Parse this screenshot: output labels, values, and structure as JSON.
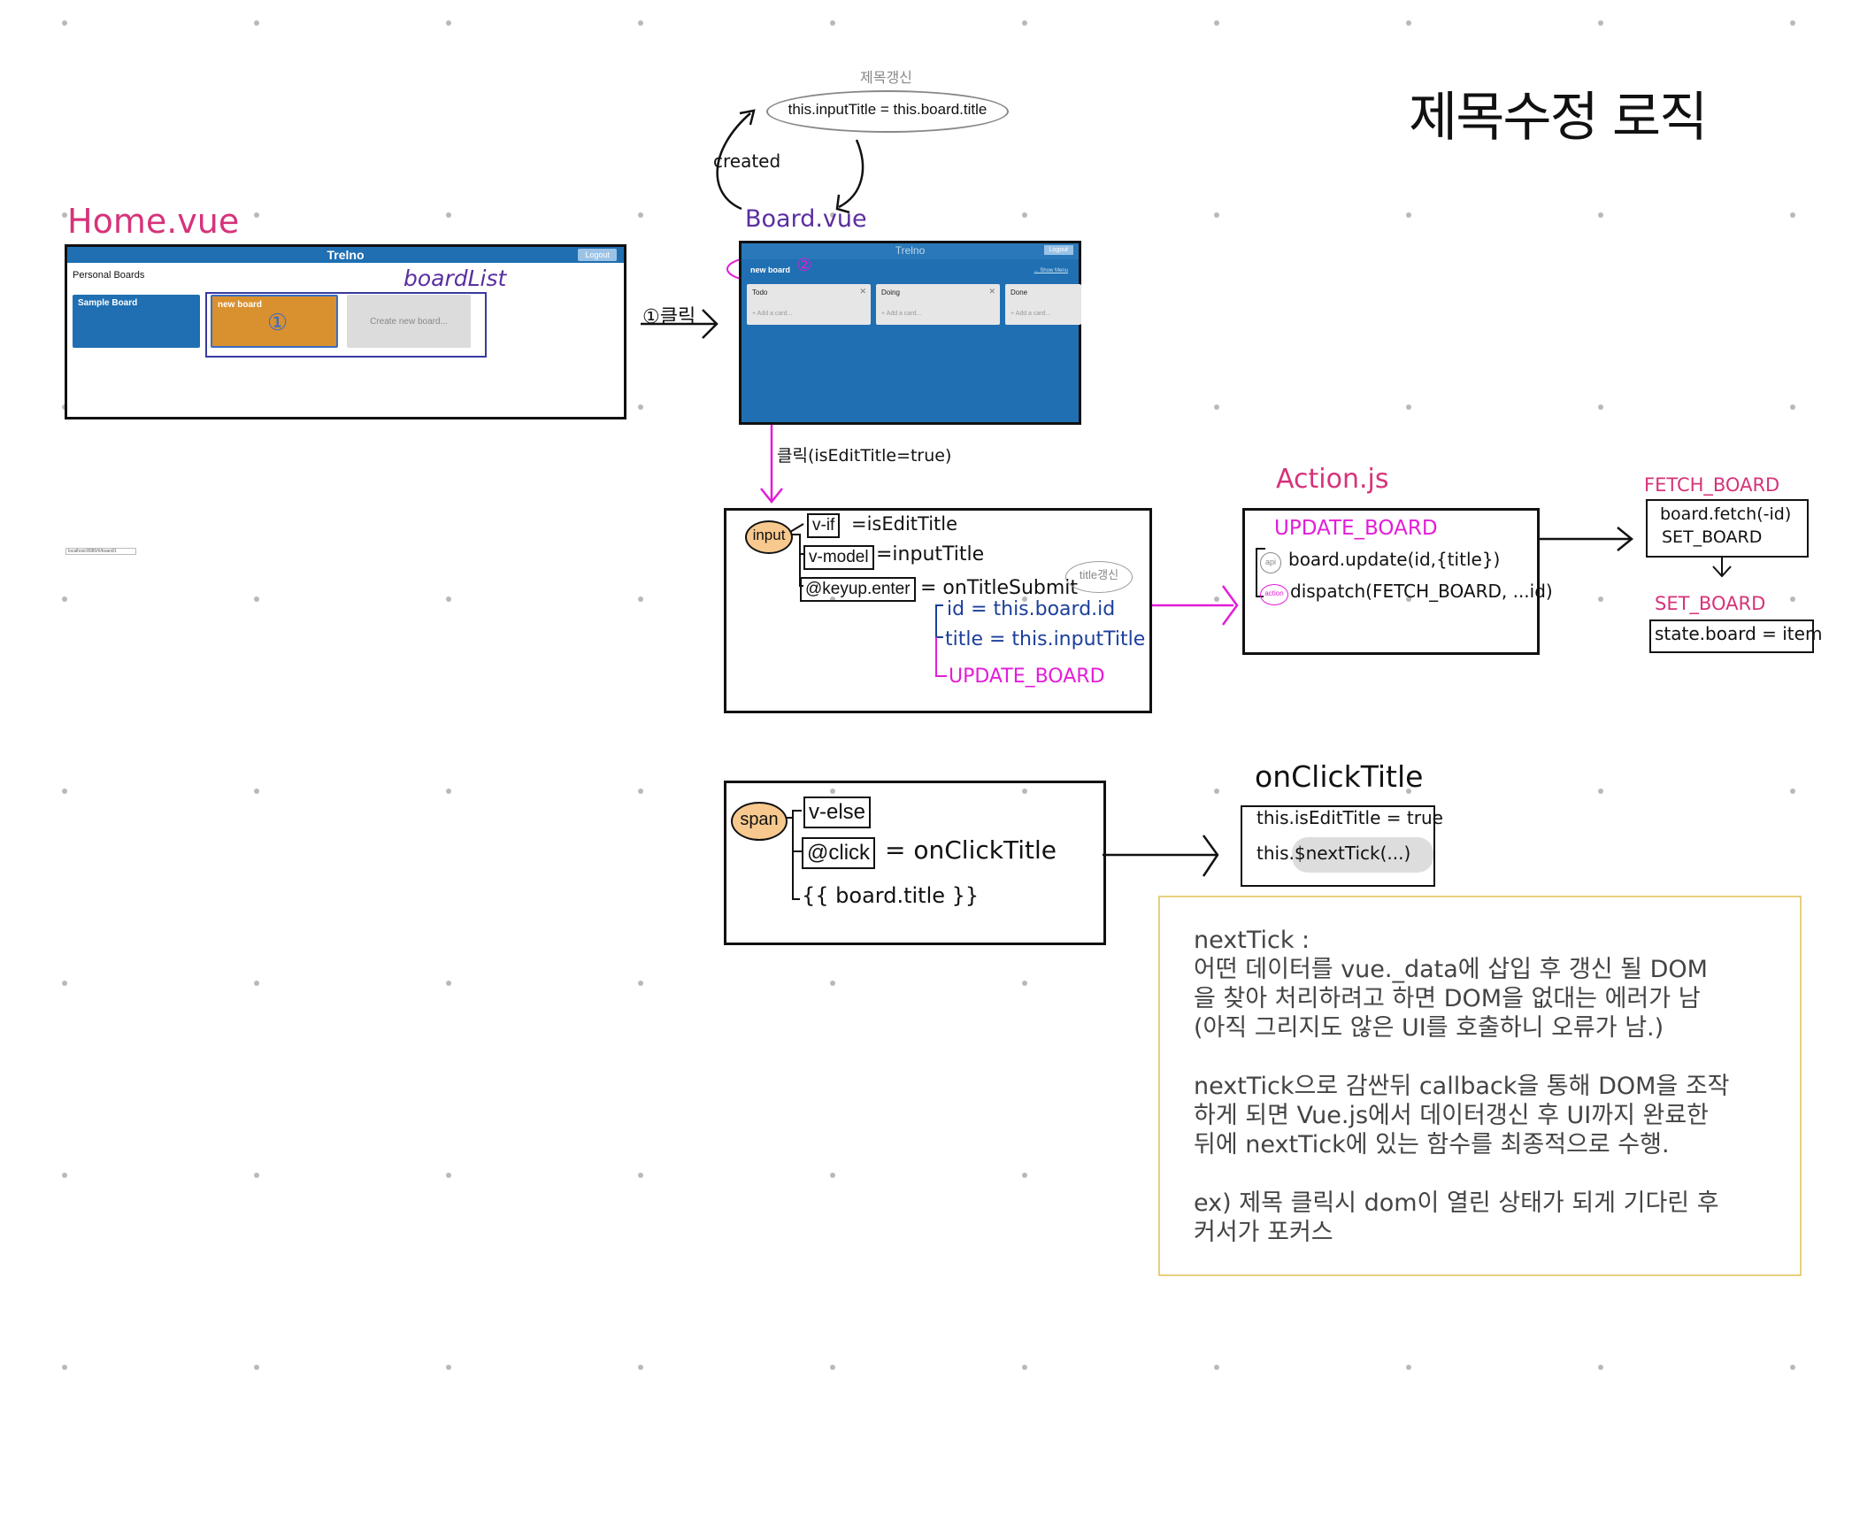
{
  "page": {
    "title": "제목수정 로직"
  },
  "home": {
    "label": "Home.vue",
    "app_title": "Trelno",
    "logout": "Logout",
    "personal_boards": "Personal Boards",
    "board_list_label": "boardList",
    "tiles": [
      "Sample Board",
      "new board",
      "Create new board..."
    ],
    "tile_marker": "①",
    "url": "localhost:8080/#/board/1"
  },
  "step1_label": "①클릭",
  "board": {
    "label": "Board.vue",
    "app_title": "Trelno",
    "logout": "Logout",
    "board_name": "new board",
    "marker": "②",
    "show_menu": "... Show Menu",
    "lists": [
      {
        "title": "Todo",
        "add": "+ Add a card..."
      },
      {
        "title": "Doing",
        "add": "+ Add a card..."
      },
      {
        "title": "Done",
        "add": "+ Add a card..."
      }
    ]
  },
  "created": {
    "label": "created",
    "caption": "제목갱신",
    "assignment": "this.inputTitle = this.board.title"
  },
  "click_label": "클릭(isEditTitle=true)",
  "input_block": {
    "tag": "input",
    "v_if": "v-if",
    "v_if_value": "=isEditTitle",
    "v_model": "v-model",
    "v_model_value": "=inputTitle",
    "keyup": "@keyup.enter",
    "keyup_value": "= onTitleSubmit",
    "keyup_note": "title갱신",
    "id_line": "id = this.board.id",
    "title_line": "title = this.inputTitle",
    "update_line": "UPDATE_BOARD"
  },
  "action": {
    "label": "Action.js",
    "name": "UPDATE_BOARD",
    "api_tag": "api",
    "api_line": "board.update(id,{title})",
    "action_tag": "action",
    "dispatch_line": "dispatch(FETCH_BOARD, ...id)"
  },
  "fetch": {
    "label": "FETCH_BOARD",
    "line1": "board.fetch(-id)",
    "line2": "SET_BOARD"
  },
  "set_board": {
    "label": "SET_BOARD",
    "line": "state.board = item"
  },
  "span_block": {
    "tag": "span",
    "v_else": "v-else",
    "click": "@click",
    "click_value": "= onClickTitle",
    "mustache": "{{ board.title }}"
  },
  "onclick": {
    "label": "onClickTitle",
    "line1": "this.isEditTitle = true",
    "line2": "this.$nextTick(...)"
  },
  "note": {
    "text": "nextTick :\n어떤 데이터를 vue._data에 삽입 후 갱신 될 DOM\n을 찾아 처리하려고 하면 DOM을 없대는 에러가 남\n(아직 그리지도 않은 UI를 호출하니 오류가 남.)\n\nnextTick으로 감싼뒤 callback을 통해 DOM을 조작\n하게 되면 Vue.js에서 데이터갱신 후 UI까지 완료한\n뒤에 nextTick에 있는 함수를 최종적으로 수행.\n\nex) 제목 클릭시 dom이 열린 상태가 되게 기다린 후\n커서가 포커스"
  },
  "colors": {
    "accent_pink": "#d6337a",
    "magenta": "#e31dd8",
    "trello_blue": "#1f6fb2",
    "note_border": "#e8cf7c"
  }
}
